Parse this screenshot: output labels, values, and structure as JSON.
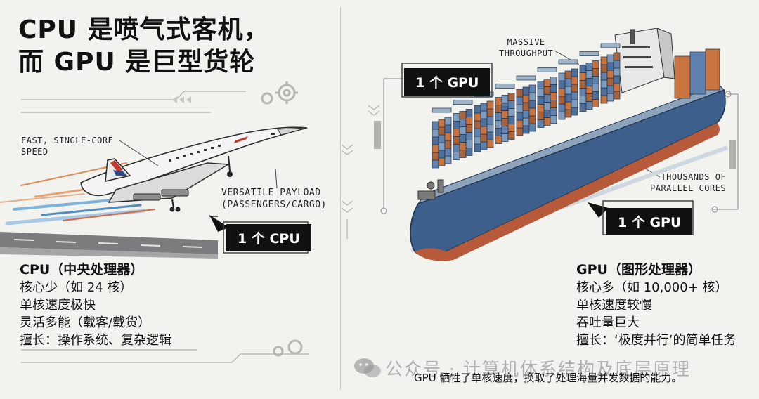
{
  "title": {
    "line1": "CPU 是喷气式客机，",
    "line2": "而 GPU 是巨型货轮"
  },
  "left": {
    "label_speed_1": "FAST, SINGLE-CORE",
    "label_speed_2": "SPEED",
    "label_payload_1": "VERSATILE PAYLOAD",
    "label_payload_2": "(PASSENGERS/CARGO)",
    "tag": "1 个 CPU",
    "info": {
      "heading": "CPU（中央处理器）",
      "lines": [
        "核心少（如 24 核）",
        "单核速度极快",
        "灵活多能（载客/载货）",
        "擅长：操作系统、复杂逻辑"
      ]
    }
  },
  "right": {
    "label_throughput_1": "MASSIVE",
    "label_throughput_2": "THROUGHPUT",
    "label_cores_1": "THOUSANDS OF",
    "label_cores_2": "PARALLEL CORES",
    "tag_top": "1 个 GPU",
    "tag_bottom": "1 个 GPU",
    "info": {
      "heading": "GPU（图形处理器）",
      "lines": [
        "核心多（如 10,000+ 核）",
        "单核速度较慢",
        "吞吐量巨大",
        "擅长：‘极度并行’的简单任务"
      ]
    }
  },
  "watermark": "公众号 · 计算机体系结构及底层原理",
  "caption": "GPU 牺牲了单核速度，换取了处理海量并发数据的能力。",
  "colors": {
    "background": "#f2f2ef",
    "hull_blue": "#3c5f8c",
    "container_orange": "#c9733f",
    "container_blue": "#5e82ad",
    "tag_black": "#111111"
  }
}
